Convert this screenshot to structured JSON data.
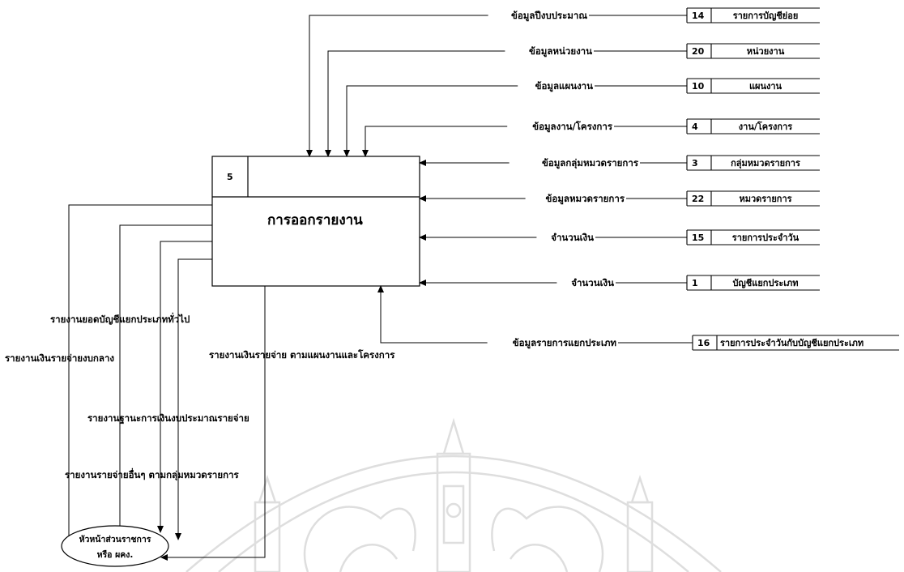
{
  "process": {
    "id": "5",
    "title": "การออกรายงาน"
  },
  "external_entity": {
    "line1": "หัวหน้าส่วนราชการ",
    "line2": "หรือ ผคง."
  },
  "input_flows": [
    {
      "label": "ข้อมูลปีงบประมาณ",
      "store_id": "14",
      "store_name": "รายการบัญชีย่อย"
    },
    {
      "label": "ข้อมูลหน่วยงาน",
      "store_id": "20",
      "store_name": "หน่วยงาน"
    },
    {
      "label": "ข้อมูลแผนงาน",
      "store_id": "10",
      "store_name": "แผนงาน"
    },
    {
      "label": "ข้อมูลงาน/โครงการ",
      "store_id": "4",
      "store_name": "งาน/โครงการ"
    },
    {
      "label": "ข้อมูลกลุ่มหมวดรายการ",
      "store_id": "3",
      "store_name": "กลุ่มหมวดรายการ"
    },
    {
      "label": "ข้อมูลหมวดรายการ",
      "store_id": "22",
      "store_name": "หมวดรายการ"
    },
    {
      "label": "จำนวนเงิน",
      "store_id": "15",
      "store_name": "รายการประจำวัน"
    },
    {
      "label": "จำนวนเงิน",
      "store_id": "1",
      "store_name": "บัญชีแยกประเภท"
    },
    {
      "label": "ข้อมูลรายการแยกประเภท",
      "store_id": "16",
      "store_name": "รายการประจำวันกับบัญชีแยกประเภท"
    }
  ],
  "output_flows": [
    "รายงานยอดบัญชีแยกประเภททั่วไป",
    "รายงานเงินรายจ่ายงบกลาง",
    "รายงานฐานะการเงินงบประมาณรายจ่าย",
    "รายงานรายจ่ายอื่นๆ ตามกลุ่มหมวดรายการ",
    "รายงานเงินรายจ่าย ตามแผนงานและโครงการ"
  ]
}
